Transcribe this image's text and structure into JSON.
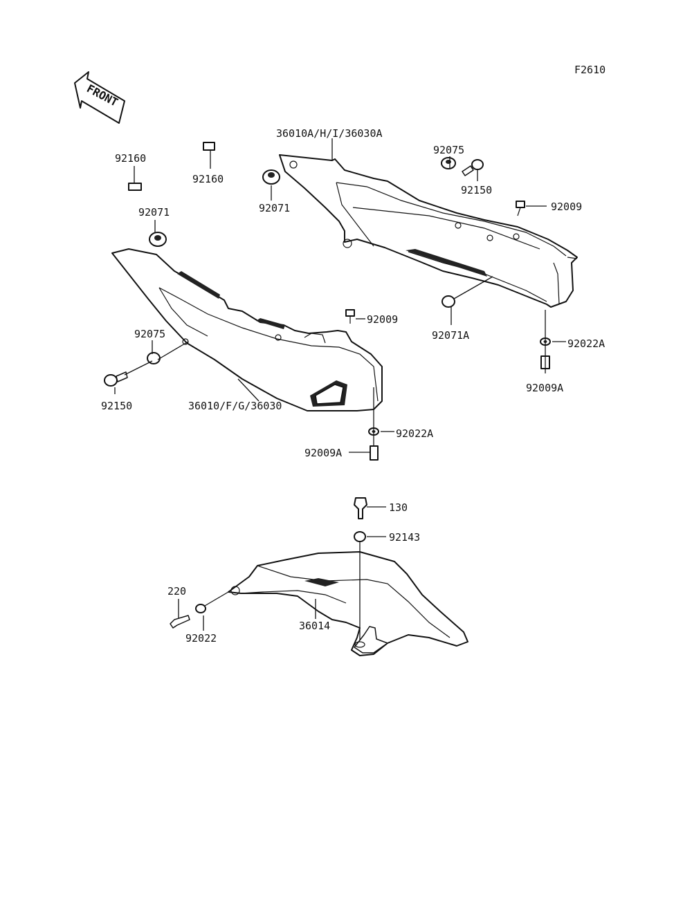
{
  "figure_code": "F2610",
  "front_arrow_text": "FRONT",
  "labels": {
    "rh_seal_92160": "92160",
    "rh_grommet_92071": "92071",
    "rh_damper_92075": "92075",
    "rh_bolt_92150": "92150",
    "rh_cover": "36010A/H/I/36030A",
    "rh_bolt_92009": "92009",
    "rh_grommet_92071a": "92071A",
    "rh_washer_92022a": "92022A",
    "rh_bolt_92009a": "92009A",
    "lh_seal_92160": "92160",
    "lh_grommet_92071": "92071",
    "lh_damper_92075": "92075",
    "lh_bolt_92150": "92150",
    "lh_cover": "36010/F/G/36030",
    "lh_bolt_92009": "92009",
    "lh_washer_92022a": "92022A",
    "lh_bolt_92009a": "92009A",
    "tail_bolt_130": "130",
    "tail_washer_92143": "92143",
    "tail_screw_220": "220",
    "tail_washer_92022": "92022",
    "tail_cover_36014": "36014"
  }
}
